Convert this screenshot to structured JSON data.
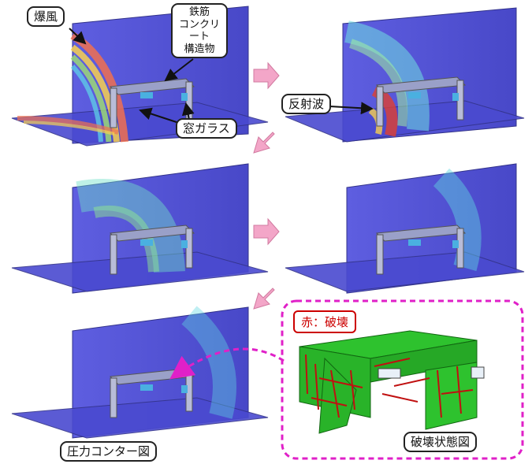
{
  "labels": {
    "blast": "爆風",
    "structure_line1": "鉄筋",
    "structure_line2": "コンクリート",
    "structure_line3": "構造物",
    "window_glass": "窓ガラス",
    "reflected_wave": "反射波",
    "red_legend": "赤：破壊",
    "damage_state": "破壊状態図",
    "pressure_contour": "圧力コンター図"
  },
  "colors": {
    "plane_blue": "#5a5ad6",
    "plane_edge": "#3a3a9a",
    "arrow_pink": "#f3a6c8",
    "dashed_magenta": "#e020c8",
    "damage_green": "#2ec22e",
    "damage_red": "#c01010"
  }
}
